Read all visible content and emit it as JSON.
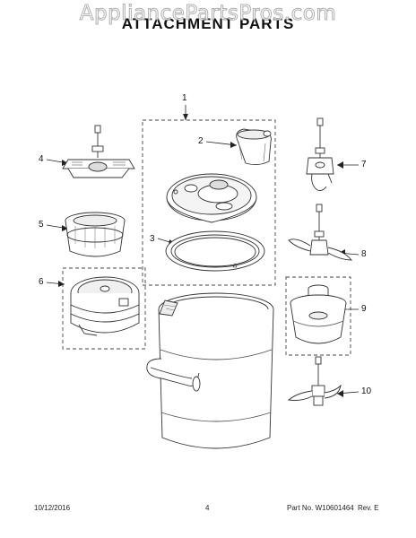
{
  "watermark": "AppliancePartsPros.com",
  "title": "ATTACHMENT PARTS",
  "callouts": {
    "c1": "1",
    "c2": "2",
    "c3": "3",
    "c4": "4",
    "c5": "5",
    "c6": "6",
    "c7": "7",
    "c8": "8",
    "c9": "9",
    "c10": "10"
  },
  "footer": {
    "date": "10/12/2016",
    "page": "4",
    "part_no": "Part No. W10601464",
    "rev": "Rev. E"
  }
}
